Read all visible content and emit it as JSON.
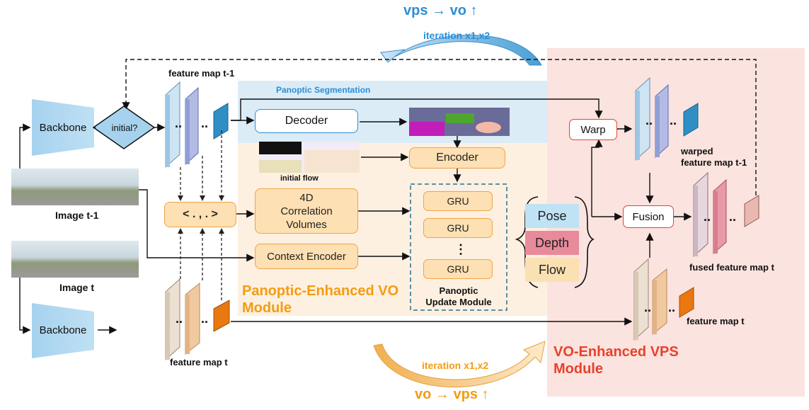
{
  "top_iteration": {
    "title": "vps → vo ↑",
    "label": "iteration x1,x2"
  },
  "bottom_iteration": {
    "title": "vo → vps ↑",
    "label": "iteration x1,x2"
  },
  "inputs": {
    "image_prev": "Image  t-1",
    "image_cur": "Image  t",
    "backbone": "Backbone",
    "initial": "initial?"
  },
  "features": {
    "prev": "feature map t-1",
    "cur": "feature map t",
    "dots": "..",
    "correlation": "< . , . >"
  },
  "panoptic": {
    "section": "Panoptic Segmentation",
    "decoder": "Decoder",
    "initial_flow": "initial flow",
    "encoder": "Encoder"
  },
  "vo_module": {
    "title_line1": "Panoptic-Enhanced VO",
    "title_line2": "Module",
    "corr_line1": "4D",
    "corr_line2": "Correlation",
    "corr_line3": "Volumes",
    "context": "Context Encoder",
    "gru": [
      "GRU",
      "GRU",
      "GRU"
    ],
    "gru_dots": "⋮",
    "update_line1": "Panoptic",
    "update_line2": "Update Module"
  },
  "outputs": {
    "pose": "Pose",
    "depth": "Depth",
    "flow": "Flow"
  },
  "vps_module": {
    "title_line1": "VO-Enhanced VPS",
    "title_line2": "Module",
    "warp": "Warp",
    "fusion": "Fusion",
    "warped_line1": "warped",
    "warped_line2": "feature map t-1",
    "fused": "fused feature map t",
    "feature_t": "feature map t"
  },
  "colors": {
    "orange_text": "#f39c12",
    "red_text": "#e8412b",
    "blue_text": "#2b8fd6",
    "vo_bg": "#fdf0e0",
    "vps_bg": "#fbe3df",
    "seg_bg": "#dcecf7"
  }
}
